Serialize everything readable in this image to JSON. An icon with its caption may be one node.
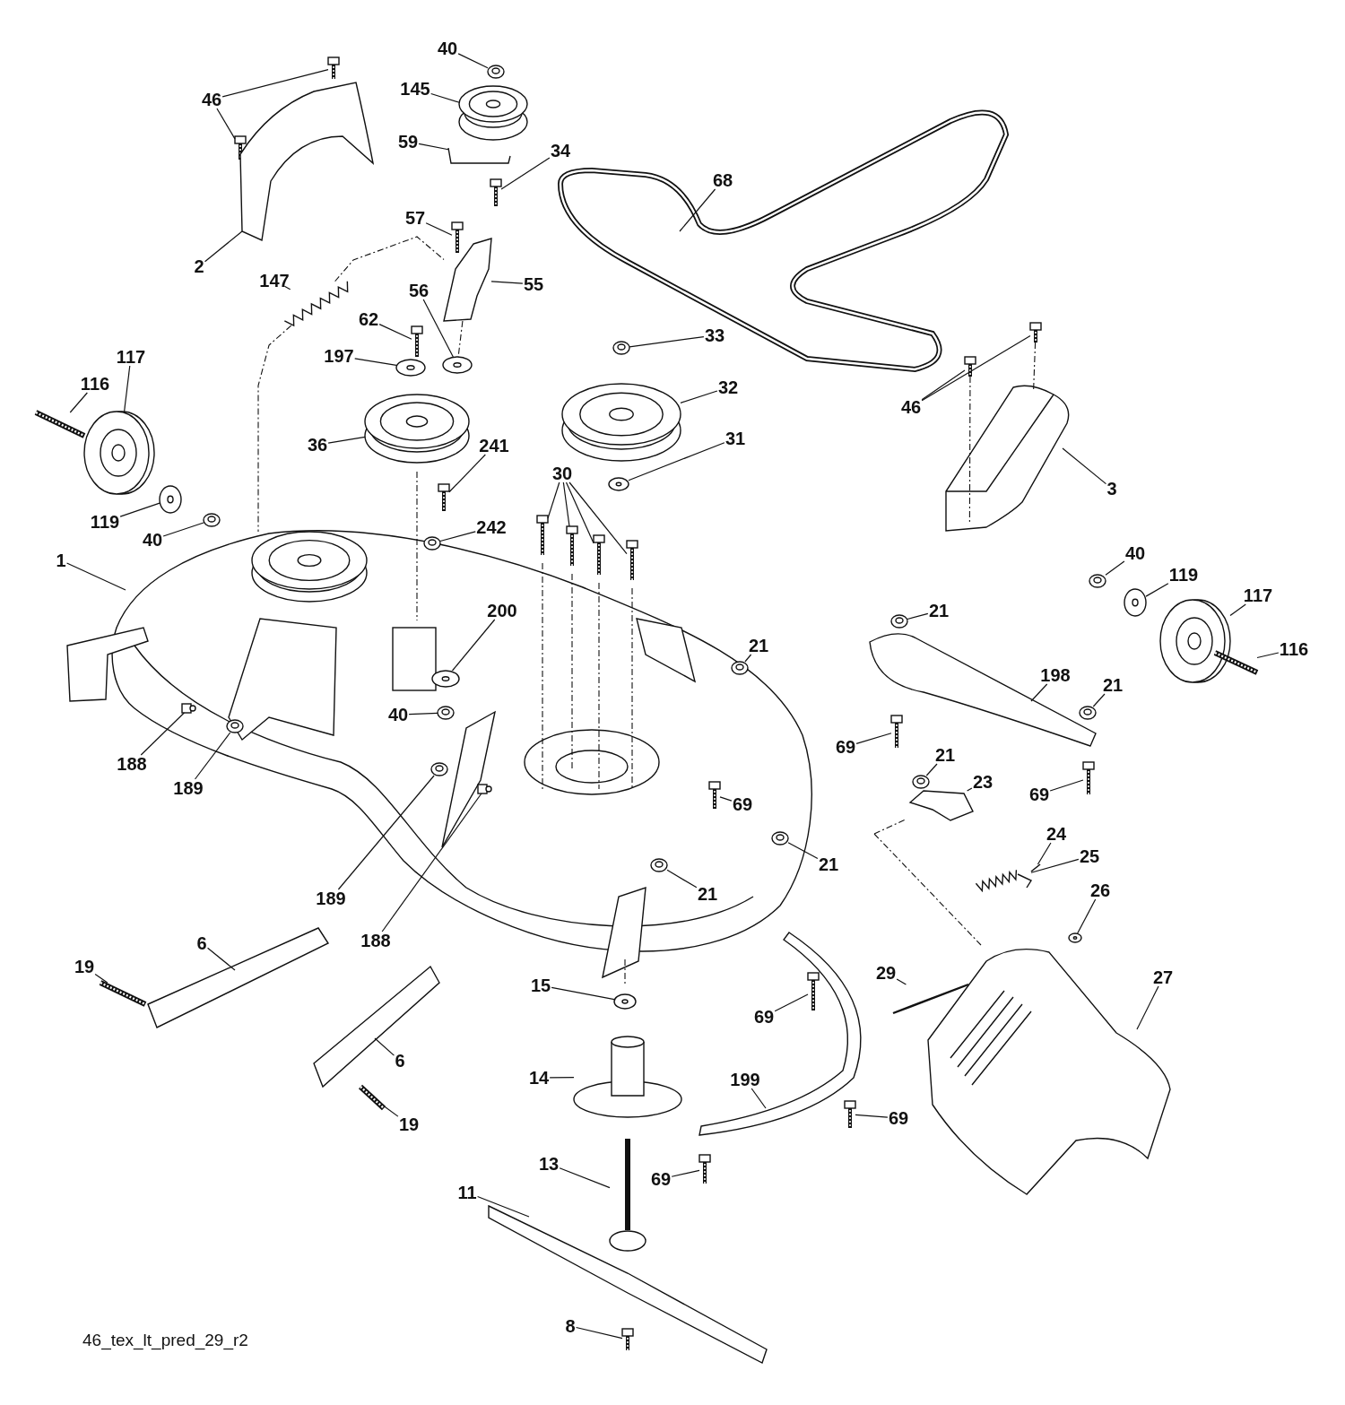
{
  "diagram": {
    "nodes": [
      {
        "text": [
          "40"
        ]
      },
      {
        "text": [
          "46"
        ]
      },
      {
        "text": [
          "145"
        ]
      },
      {
        "text": [
          "59"
        ]
      },
      {
        "text": [
          "34"
        ]
      },
      {
        "text": [
          "68"
        ]
      },
      {
        "text": [
          "2"
        ]
      },
      {
        "text": [
          "57"
        ]
      },
      {
        "text": [
          "147"
        ]
      },
      {
        "text": [
          "55"
        ]
      },
      {
        "text": [
          "56"
        ]
      },
      {
        "text": [
          "62"
        ]
      },
      {
        "text": [
          "197"
        ]
      },
      {
        "text": [
          "33"
        ]
      },
      {
        "text": [
          "117"
        ]
      },
      {
        "text": [
          "46"
        ]
      },
      {
        "text": [
          "32"
        ]
      },
      {
        "text": [
          "116"
        ]
      },
      {
        "text": [
          "36"
        ]
      },
      {
        "text": [
          "31"
        ]
      },
      {
        "text": [
          "241"
        ]
      },
      {
        "text": [
          "3"
        ]
      },
      {
        "text": [
          "119"
        ]
      },
      {
        "text": [
          "40"
        ]
      },
      {
        "text": [
          "30"
        ]
      },
      {
        "text": [
          "242"
        ]
      },
      {
        "text": [
          "1"
        ]
      },
      {
        "text": [
          "40"
        ]
      },
      {
        "text": [
          "119"
        ]
      },
      {
        "text": [
          "117"
        ]
      },
      {
        "text": [
          "200"
        ]
      },
      {
        "text": [
          "21"
        ]
      },
      {
        "text": [
          "21"
        ]
      },
      {
        "text": [
          "116"
        ]
      },
      {
        "text": [
          "198"
        ]
      },
      {
        "text": [
          "21"
        ]
      },
      {
        "text": [
          "40"
        ]
      },
      {
        "text": [
          "69"
        ]
      },
      {
        "text": [
          "188"
        ]
      },
      {
        "text": [
          "189"
        ]
      },
      {
        "text": [
          "21"
        ]
      },
      {
        "text": [
          "23"
        ]
      },
      {
        "text": [
          "69"
        ]
      },
      {
        "text": [
          "69"
        ]
      },
      {
        "text": [
          "24"
        ]
      },
      {
        "text": [
          "25"
        ]
      },
      {
        "text": [
          "21"
        ]
      },
      {
        "text": [
          "26"
        ]
      },
      {
        "text": [
          "189"
        ]
      },
      {
        "text": [
          "21"
        ]
      },
      {
        "text": [
          "188"
        ]
      },
      {
        "text": [
          "6"
        ]
      },
      {
        "text": [
          "19"
        ]
      },
      {
        "text": [
          "29"
        ]
      },
      {
        "text": [
          "27"
        ]
      },
      {
        "text": [
          "15"
        ]
      },
      {
        "text": [
          "69"
        ]
      },
      {
        "text": [
          "6"
        ]
      },
      {
        "text": [
          "14"
        ]
      },
      {
        "text": [
          "199"
        ]
      },
      {
        "text": [
          "69"
        ]
      },
      {
        "text": [
          "19"
        ]
      },
      {
        "text": [
          "13"
        ]
      },
      {
        "text": [
          "69"
        ]
      },
      {
        "text": [
          "11"
        ]
      },
      {
        "text": [
          "8"
        ]
      },
      {
        "text": [],
        "shape": "nut"
      },
      {
        "text": [],
        "shape": "screw"
      },
      {
        "text": [],
        "shape": "screw"
      },
      {
        "text": [],
        "shape": "pulley"
      },
      {
        "text": [],
        "shape": "bracket"
      },
      {
        "text": [],
        "shape": "bolt"
      },
      {
        "text": [],
        "shape": "screw"
      },
      {
        "text": [],
        "shape": "spring"
      },
      {
        "text": [],
        "shape": "bracket"
      },
      {
        "text": [],
        "shape": "washer"
      },
      {
        "text": [],
        "shape": "bolt"
      },
      {
        "text": [],
        "shape": "washer"
      },
      {
        "text": [],
        "shape": "nut"
      },
      {
        "text": [],
        "shape": "wheel"
      },
      {
        "text": [],
        "shape": "screw"
      },
      {
        "text": [],
        "shape": "screw"
      },
      {
        "text": [],
        "shape": "pulley"
      },
      {
        "text": [],
        "shape": "bolt"
      },
      {
        "text": [],
        "shape": "pulley"
      },
      {
        "text": [],
        "shape": "washer"
      },
      {
        "text": [],
        "shape": "screw"
      },
      {
        "text": [],
        "shape": "washer"
      },
      {
        "text": [],
        "shape": "nut"
      },
      {
        "text": [],
        "shape": "bolt"
      },
      {
        "text": [],
        "shape": "bolt"
      },
      {
        "text": [],
        "shape": "bolt"
      },
      {
        "text": [],
        "shape": "bolt"
      },
      {
        "text": [],
        "shape": "nut"
      },
      {
        "text": [],
        "shape": "nut"
      },
      {
        "text": [],
        "shape": "washer"
      },
      {
        "text": [],
        "shape": "wheel"
      },
      {
        "text": [],
        "shape": "washer"
      },
      {
        "text": [],
        "shape": "nut"
      },
      {
        "text": [],
        "shape": "nut"
      },
      {
        "text": [],
        "shape": "bolt"
      },
      {
        "text": [],
        "shape": "nut"
      },
      {
        "text": [],
        "shape": "nut"
      },
      {
        "text": [],
        "shape": "bolt"
      },
      {
        "text": [],
        "shape": "stud"
      },
      {
        "text": [],
        "shape": "nut"
      },
      {
        "text": [],
        "shape": "nut"
      },
      {
        "text": [],
        "shape": "bracket"
      },
      {
        "text": [],
        "shape": "bolt"
      },
      {
        "text": [],
        "shape": "bolt"
      },
      {
        "text": [],
        "shape": "pin"
      },
      {
        "text": [],
        "shape": "spring"
      },
      {
        "text": [],
        "shape": "nut"
      },
      {
        "text": [],
        "shape": "washer"
      },
      {
        "text": [],
        "shape": "nut"
      },
      {
        "text": [],
        "shape": "nut"
      },
      {
        "text": [],
        "shape": "stud"
      },
      {
        "text": [],
        "shape": "bolt"
      },
      {
        "text": [],
        "shape": "rod"
      },
      {
        "text": [],
        "shape": "washer"
      },
      {
        "text": [],
        "shape": "bolt"
      },
      {
        "text": [],
        "shape": "housing"
      },
      {
        "text": [],
        "shape": "bolt"
      },
      {
        "text": [],
        "shape": "bolt"
      },
      {
        "text": [],
        "shape": "shaft"
      },
      {
        "text": [],
        "shape": "bolt"
      },
      {
        "text": [],
        "shape": "bolt"
      },
      {
        "text": [],
        "shape": "cover"
      },
      {
        "text": [],
        "shape": "cover"
      },
      {
        "text": [],
        "shape": "pulley"
      }
    ],
    "edges": [
      {
        "from": 0,
        "to": 66,
        "arrow": "none"
      },
      {
        "from": 1,
        "to": 67,
        "arrow": "none"
      },
      {
        "from": 1,
        "to": 68,
        "arrow": "none"
      },
      {
        "from": 2,
        "to": 69,
        "arrow": "none"
      },
      {
        "from": 3,
        "to": 70,
        "arrow": "none"
      },
      {
        "from": 4,
        "to": 71,
        "arrow": "none"
      },
      {
        "from": 5,
        "to": null,
        "arrow": "none"
      },
      {
        "from": 6,
        "to": 127,
        "arrow": "none"
      },
      {
        "from": 7,
        "to": 72,
        "arrow": "none"
      },
      {
        "from": 8,
        "to": 73,
        "arrow": "none"
      },
      {
        "from": 9,
        "to": 74,
        "arrow": "none"
      },
      {
        "from": 10,
        "to": 75,
        "arrow": "none"
      },
      {
        "from": 11,
        "to": 76,
        "arrow": "none"
      },
      {
        "from": 12,
        "to": 77,
        "arrow": "none"
      },
      {
        "from": 13,
        "to": 78,
        "arrow": "none"
      },
      {
        "from": 14,
        "to": 79,
        "arrow": "none"
      },
      {
        "from": 15,
        "to": 80,
        "arrow": "none"
      },
      {
        "from": 15,
        "to": 81,
        "arrow": "none"
      },
      {
        "from": 16,
        "to": 82,
        "arrow": "none"
      },
      {
        "from": 17,
        "to": 83,
        "arrow": "none"
      },
      {
        "from": 18,
        "to": 84,
        "arrow": "none"
      },
      {
        "from": 19,
        "to": 85,
        "arrow": "none"
      },
      {
        "from": 20,
        "to": 86,
        "arrow": "none"
      },
      {
        "from": 21,
        "to": 128,
        "arrow": "none"
      },
      {
        "from": 22,
        "to": 87,
        "arrow": "none"
      },
      {
        "from": 23,
        "to": 88,
        "arrow": "none"
      },
      {
        "from": 24,
        "to": 89,
        "arrow": "none"
      },
      {
        "from": 24,
        "to": 90,
        "arrow": "none"
      },
      {
        "from": 24,
        "to": 91,
        "arrow": "none"
      },
      {
        "from": 24,
        "to": 92,
        "arrow": "none"
      },
      {
        "from": 25,
        "to": 93,
        "arrow": "none"
      },
      {
        "from": 26,
        "to": null,
        "arrow": "none"
      },
      {
        "from": 27,
        "to": 94,
        "arrow": "none"
      },
      {
        "from": 28,
        "to": 95,
        "arrow": "none"
      },
      {
        "from": 29,
        "to": 96,
        "arrow": "none"
      },
      {
        "from": 30,
        "to": 97,
        "arrow": "none"
      },
      {
        "from": 31,
        "to": 98,
        "arrow": "none"
      },
      {
        "from": 32,
        "to": 99,
        "arrow": "none"
      },
      {
        "from": 33,
        "to": 100,
        "arrow": "none"
      },
      {
        "from": 34,
        "to": null,
        "arrow": "none"
      },
      {
        "from": 35,
        "to": 101,
        "arrow": "none"
      },
      {
        "from": 36,
        "to": 102,
        "arrow": "none"
      },
      {
        "from": 37,
        "to": 103,
        "arrow": "none"
      },
      {
        "from": 38,
        "to": 104,
        "arrow": "none"
      },
      {
        "from": 39,
        "to": 105,
        "arrow": "none"
      },
      {
        "from": 40,
        "to": 106,
        "arrow": "none"
      },
      {
        "from": 41,
        "to": 107,
        "arrow": "none"
      },
      {
        "from": 42,
        "to": 108,
        "arrow": "none"
      },
      {
        "from": 43,
        "to": 109,
        "arrow": "none"
      },
      {
        "from": 44,
        "to": 110,
        "arrow": "none"
      },
      {
        "from": 45,
        "to": 111,
        "arrow": "none"
      },
      {
        "from": 46,
        "to": 112,
        "arrow": "none"
      },
      {
        "from": 47,
        "to": 113,
        "arrow": "none"
      },
      {
        "from": 48,
        "to": 114,
        "arrow": "none"
      },
      {
        "from": 49,
        "to": 115,
        "arrow": "none"
      },
      {
        "from": 50,
        "to": 116,
        "arrow": "none"
      },
      {
        "from": 51,
        "to": null,
        "arrow": "none"
      },
      {
        "from": 52,
        "to": 117,
        "arrow": "none"
      },
      {
        "from": 53,
        "to": 118,
        "arrow": "none"
      },
      {
        "from": 54,
        "to": null,
        "arrow": "none"
      },
      {
        "from": 55,
        "to": 119,
        "arrow": "none"
      },
      {
        "from": 56,
        "to": 120,
        "arrow": "none"
      },
      {
        "from": 57,
        "to": null,
        "arrow": "none"
      },
      {
        "from": 58,
        "to": 121,
        "arrow": "none"
      },
      {
        "from": 59,
        "to": null,
        "arrow": "none"
      },
      {
        "from": 60,
        "to": 122,
        "arrow": "none"
      },
      {
        "from": 61,
        "to": 123,
        "arrow": "none"
      },
      {
        "from": 62,
        "to": 124,
        "arrow": "none"
      },
      {
        "from": 63,
        "to": 125,
        "arrow": "none"
      },
      {
        "from": 64,
        "to": null,
        "arrow": "none"
      },
      {
        "from": 65,
        "to": 126,
        "arrow": "none"
      },
      {
        "from": 73,
        "to": 74,
        "arrow": "none",
        "style": "dashed"
      },
      {
        "from": 74,
        "to": 75,
        "arrow": "none",
        "style": "dashed"
      },
      {
        "from": 80,
        "to": 128,
        "arrow": "none",
        "style": "dashed"
      },
      {
        "from": 81,
        "to": 128,
        "arrow": "none",
        "style": "dashed"
      },
      {
        "from": 73,
        "to": 129,
        "arrow": "none",
        "style": "dashed"
      }
    ],
    "labels": [
      "46_tex_lt_pred_29_r2"
    ]
  }
}
